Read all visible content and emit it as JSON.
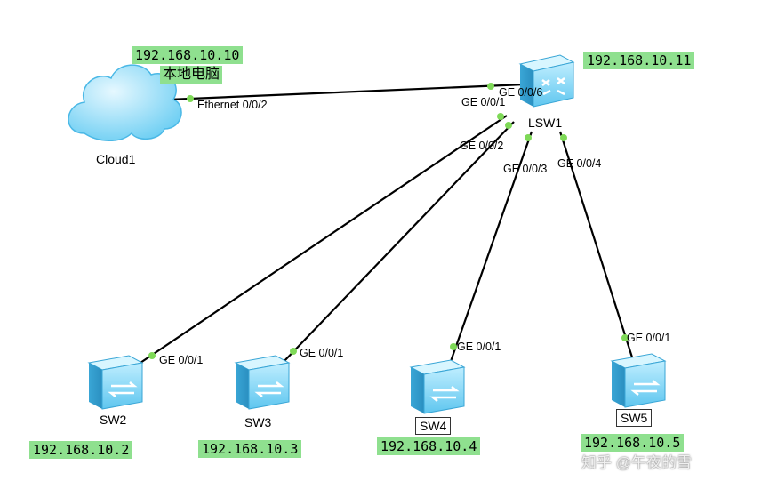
{
  "nodes": {
    "cloud": {
      "name": "Cloud1",
      "ip": "192.168.10.10",
      "note": "本地电脑"
    },
    "lsw1": {
      "name": "LSW1",
      "ip": "192.168.10.11"
    },
    "sw2": {
      "name": "SW2",
      "ip": "192.168.10.2"
    },
    "sw3": {
      "name": "SW3",
      "ip": "192.168.10.3"
    },
    "sw4": {
      "name": "SW4",
      "ip": "192.168.10.4"
    },
    "sw5": {
      "name": "SW5",
      "ip": "192.168.10.5"
    }
  },
  "links": [
    {
      "from": "cloud",
      "from_port": "Ethernet 0/0/2",
      "to": "lsw1",
      "to_port": "GE 0/0/6"
    },
    {
      "from": "lsw1",
      "from_port": "GE 0/0/1",
      "to": "sw2",
      "to_port": "GE 0/0/1"
    },
    {
      "from": "lsw1",
      "from_port": "GE 0/0/2",
      "to": "sw3",
      "to_port": "GE 0/0/1"
    },
    {
      "from": "lsw1",
      "from_port": "GE 0/0/3",
      "to": "sw4",
      "to_port": "GE 0/0/1"
    },
    {
      "from": "lsw1",
      "from_port": "GE 0/0/4",
      "to": "sw5",
      "to_port": "GE 0/0/1"
    }
  ],
  "colors": {
    "link": "#000000",
    "port_dot": "#7ed957",
    "ip_label_bg": "#8fe08f",
    "switch": "#5bc8f0",
    "cloud": "#7fd3f5"
  },
  "watermark": "知乎 @午夜的雪"
}
